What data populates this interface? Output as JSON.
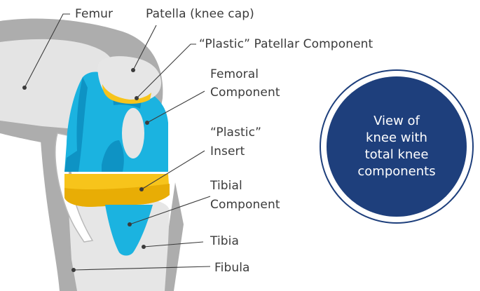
{
  "labels": {
    "femur": "Femur",
    "patella": "Patella (knee cap)",
    "patellar_component": "“Plastic” Patellar Component",
    "femoral_line1": "Femoral",
    "femoral_line2": "Component",
    "insert_line1": "“Plastic”",
    "insert_line2": "Insert",
    "tibial_line1": "Tibial",
    "tibial_line2": "Component",
    "tibia": "Tibia",
    "fibula": "Fibula"
  },
  "badge": {
    "line1": "View of",
    "line2": "knee with",
    "line3": "total knee",
    "line4": "components"
  },
  "colors": {
    "bone_dark": "#adadad",
    "bone_mid": "#d2d2d2",
    "bone_light": "#e8e8e8",
    "femoral_component": "#1bb3e0",
    "femoral_component_dark": "#0e93c4",
    "plastic": "#f7c41b",
    "badge": "#1e3f7c"
  }
}
